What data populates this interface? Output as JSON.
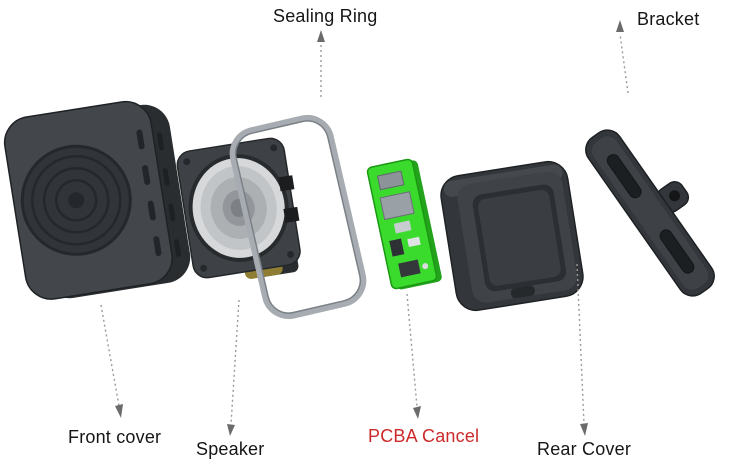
{
  "diagram": {
    "parts": [
      {
        "id": "front-cover",
        "label": "Front cover",
        "highlighted": false
      },
      {
        "id": "speaker",
        "label": "Speaker",
        "highlighted": false
      },
      {
        "id": "sealing-ring",
        "label": "Sealing Ring",
        "highlighted": false
      },
      {
        "id": "pcba",
        "label": "PCBA Cancel",
        "highlighted": true
      },
      {
        "id": "rear-cover",
        "label": "Rear Cover",
        "highlighted": false
      },
      {
        "id": "bracket",
        "label": "Bracket",
        "highlighted": false
      }
    ],
    "colors": {
      "label_text": "#161616",
      "highlight_text": "#cc2a2a",
      "leader_line": "#9a9a9a",
      "arrowhead": "#6b6b6b",
      "part_body": "#3c4044",
      "part_shadow": "#2a2d30",
      "cone_silver": "#d6d8da",
      "pcb_green": "#3bdb2e",
      "sealing_ring_gray": "#a6acb1",
      "background": "#ffffff"
    }
  }
}
